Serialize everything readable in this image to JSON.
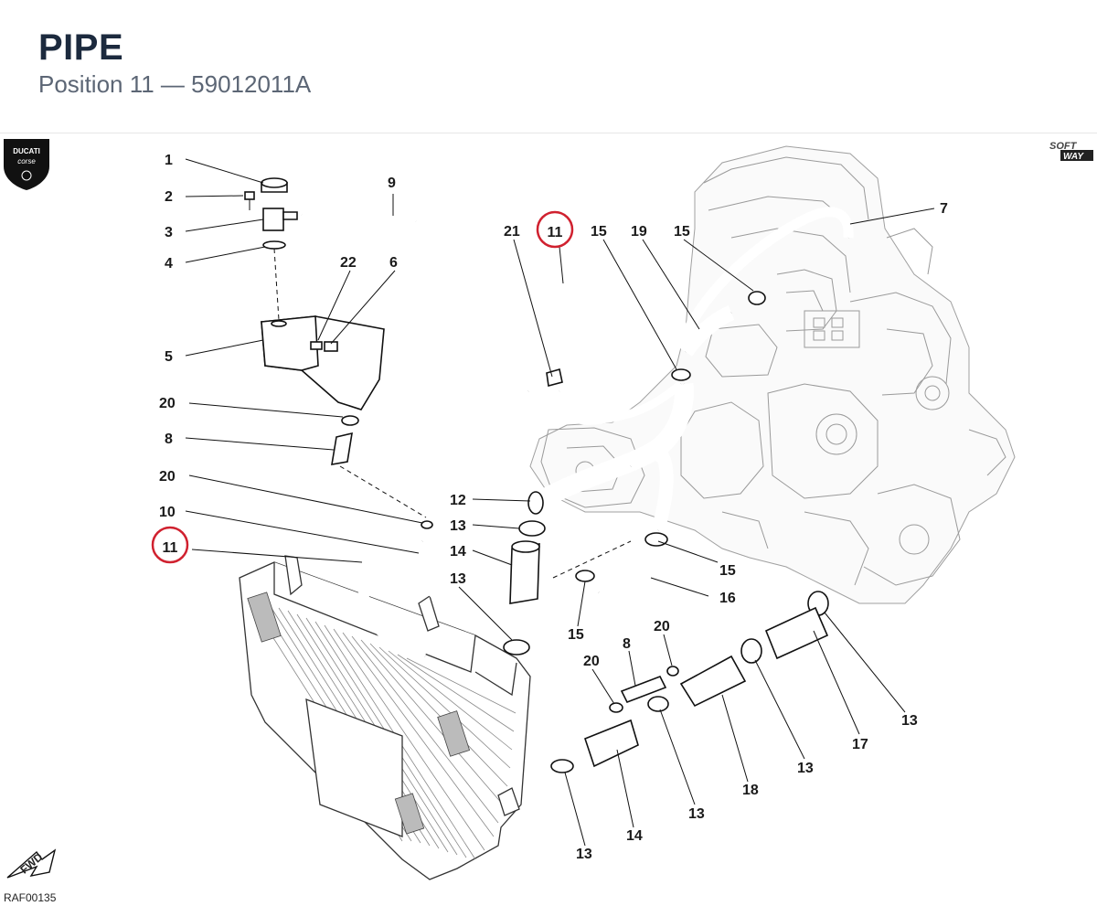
{
  "header": {
    "title": "PIPE",
    "subtitle": "Position 11 — 59012011A"
  },
  "diagram": {
    "brand_logo": "DUCATI corse",
    "soft_way_logo": "SOFT WAY",
    "fwd_label": "FWD",
    "reference_code": "RAF00135",
    "highlighted_position": "11",
    "callouts": {
      "c1": "1",
      "c2": "2",
      "c3": "3",
      "c4": "4",
      "c5": "5",
      "c20a": "20",
      "c8a": "8",
      "c20b": "20",
      "c10": "10",
      "c11a": "11",
      "c9": "9",
      "c22": "22",
      "c6": "6",
      "c21": "21",
      "c11b": "11",
      "c15a": "15",
      "c19": "19",
      "c15b": "15",
      "c7": "7",
      "c12": "12",
      "c13a": "13",
      "c14a": "14",
      "c13b": "13",
      "c15c": "15",
      "c16": "16",
      "c15d": "15",
      "c8b": "8",
      "c20c": "20",
      "c20d": "20",
      "c13c": "13",
      "c17": "17",
      "c13d": "13",
      "c18": "18",
      "c13e": "13",
      "c14b": "14",
      "c13f": "13"
    }
  }
}
